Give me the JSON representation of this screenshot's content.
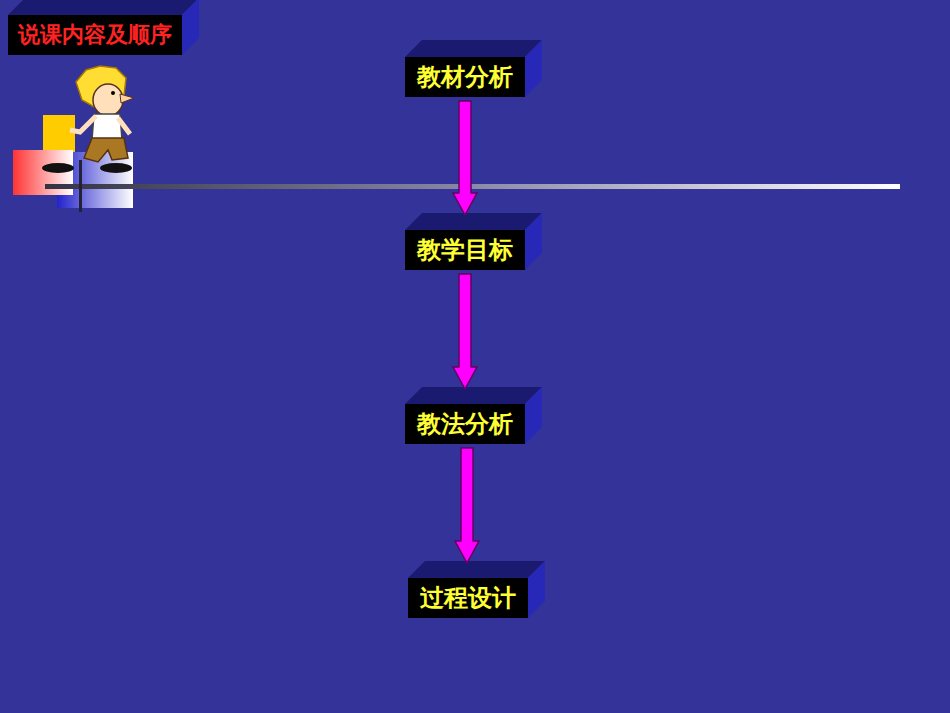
{
  "diagram": {
    "title": "说课内容及顺序",
    "nodes": [
      {
        "text": [
          "教材分析"
        ]
      },
      {
        "text": [
          "教学目标"
        ]
      },
      {
        "text": [
          "教法分析"
        ]
      },
      {
        "text": [
          "过程设计"
        ]
      }
    ],
    "edges": [
      {
        "from": 0,
        "to": 1,
        "arrow": "to"
      },
      {
        "from": 1,
        "to": 2,
        "arrow": "to"
      },
      {
        "from": 2,
        "to": 3,
        "arrow": "to"
      }
    ]
  }
}
